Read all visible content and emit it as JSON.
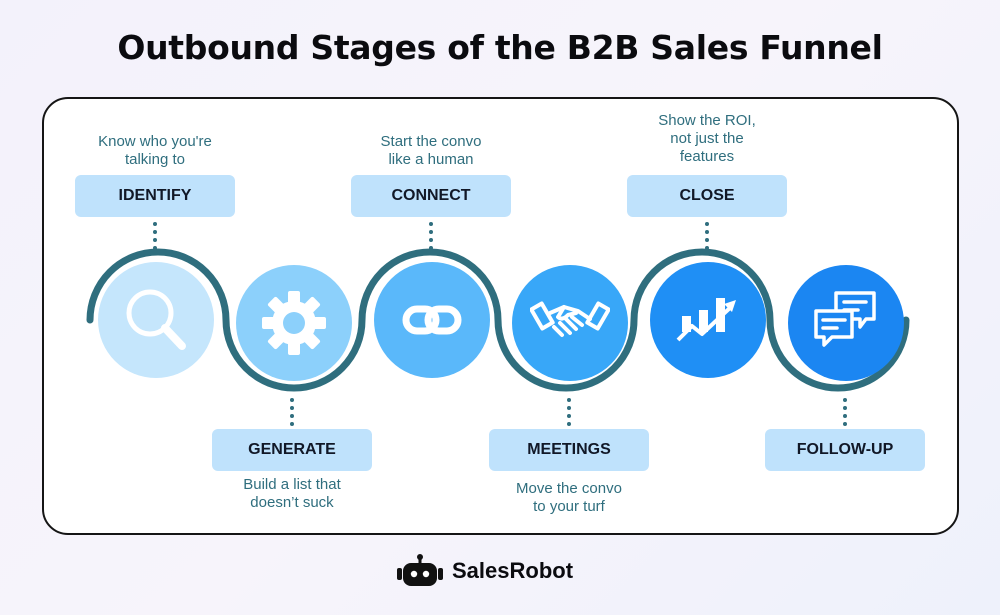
{
  "title": "Outbound Stages of the B2B Sales Funnel",
  "stages": [
    {
      "label": "IDENTIFY",
      "desc_lines": [
        "Know who you're",
        "talking to"
      ],
      "icon": "magnifier-icon"
    },
    {
      "label": "GENERATE",
      "desc_lines": [
        "Build a list that",
        "doesn’t suck"
      ],
      "icon": "gear-icon"
    },
    {
      "label": "CONNECT",
      "desc_lines": [
        "Start the convo",
        "like a human"
      ],
      "icon": "link-icon"
    },
    {
      "label": "MEETINGS",
      "desc_lines": [
        "Move the convo",
        "to your turf"
      ],
      "icon": "handshake-icon"
    },
    {
      "label": "CLOSE",
      "desc_lines": [
        "Show the ROI,",
        "not just the",
        "features"
      ],
      "icon": "growth-chart-icon"
    },
    {
      "label": "FOLLOW-UP",
      "desc_lines": [],
      "icon": "chat-bubbles-icon"
    }
  ],
  "brand": {
    "name": "SalesRobot",
    "icon": "robot-icon"
  },
  "colors": {
    "circles": [
      "#c5e6fc",
      "#8cd0fb",
      "#5ab8fa",
      "#38a7f8",
      "#1f8ff5",
      "#1b86f2"
    ],
    "wave": "#2f6e7e",
    "label_bg": "#bfe2fc",
    "desc_text": "#2f6e7e"
  }
}
